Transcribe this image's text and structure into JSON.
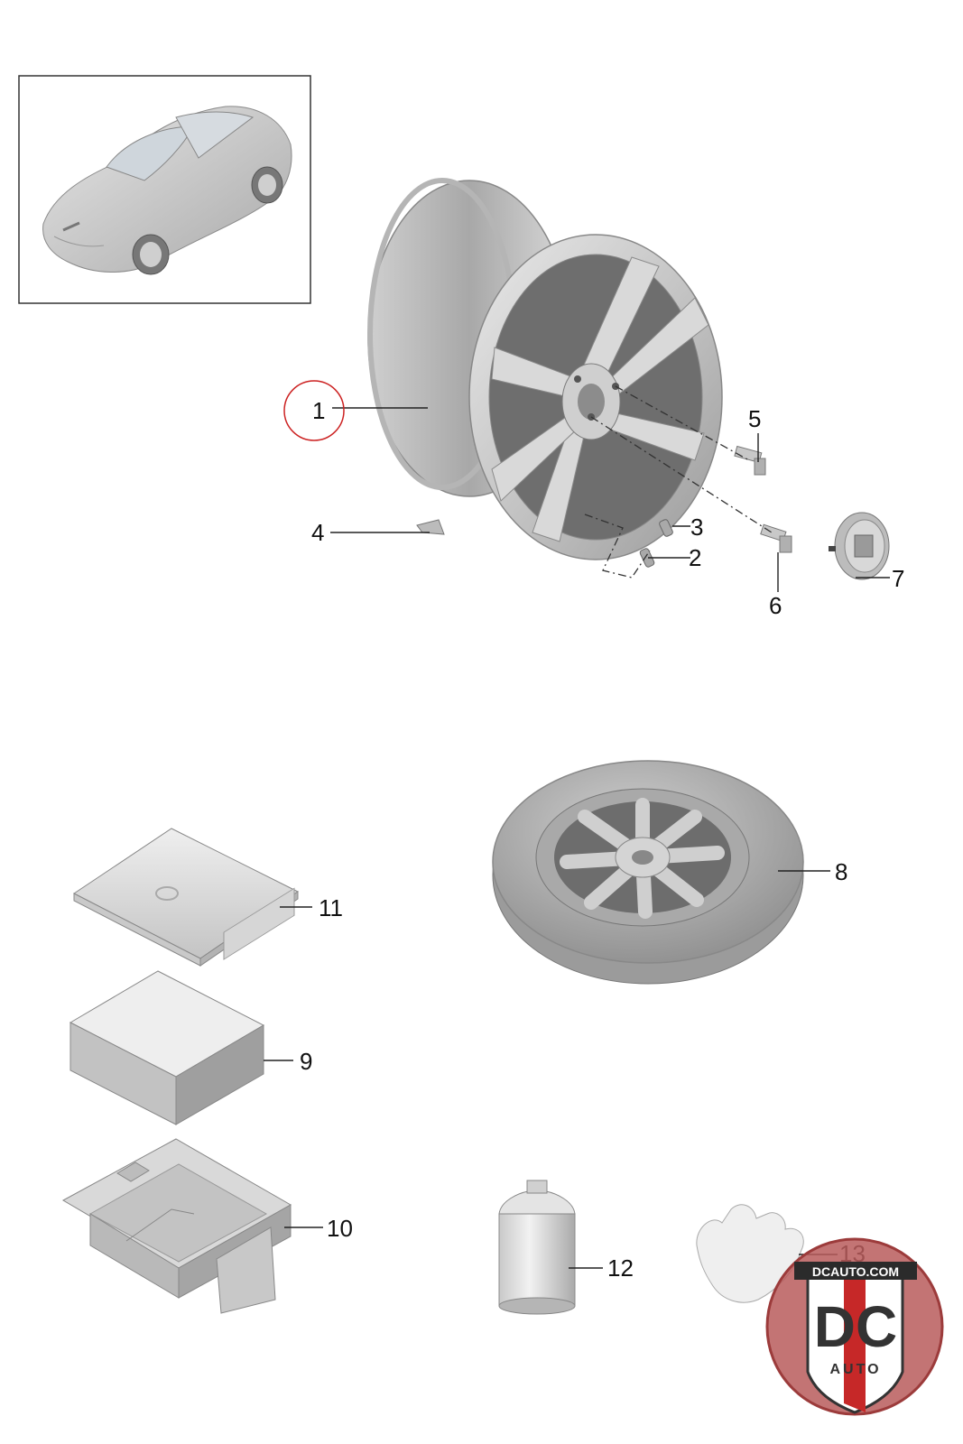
{
  "callouts": [
    {
      "id": "1",
      "label": "1"
    },
    {
      "id": "2",
      "label": "2"
    },
    {
      "id": "3",
      "label": "3"
    },
    {
      "id": "4",
      "label": "4"
    },
    {
      "id": "5",
      "label": "5"
    },
    {
      "id": "6",
      "label": "6"
    },
    {
      "id": "7",
      "label": "7"
    },
    {
      "id": "8",
      "label": "8"
    },
    {
      "id": "9",
      "label": "9"
    },
    {
      "id": "10",
      "label": "10"
    },
    {
      "id": "11",
      "label": "11"
    },
    {
      "id": "12",
      "label": "12"
    },
    {
      "id": "13",
      "label": "13"
    }
  ],
  "highlight_color": "#cc2222",
  "watermark": {
    "site": "DCAUTO.COM",
    "monogram": "DC",
    "word": "AUTO"
  }
}
